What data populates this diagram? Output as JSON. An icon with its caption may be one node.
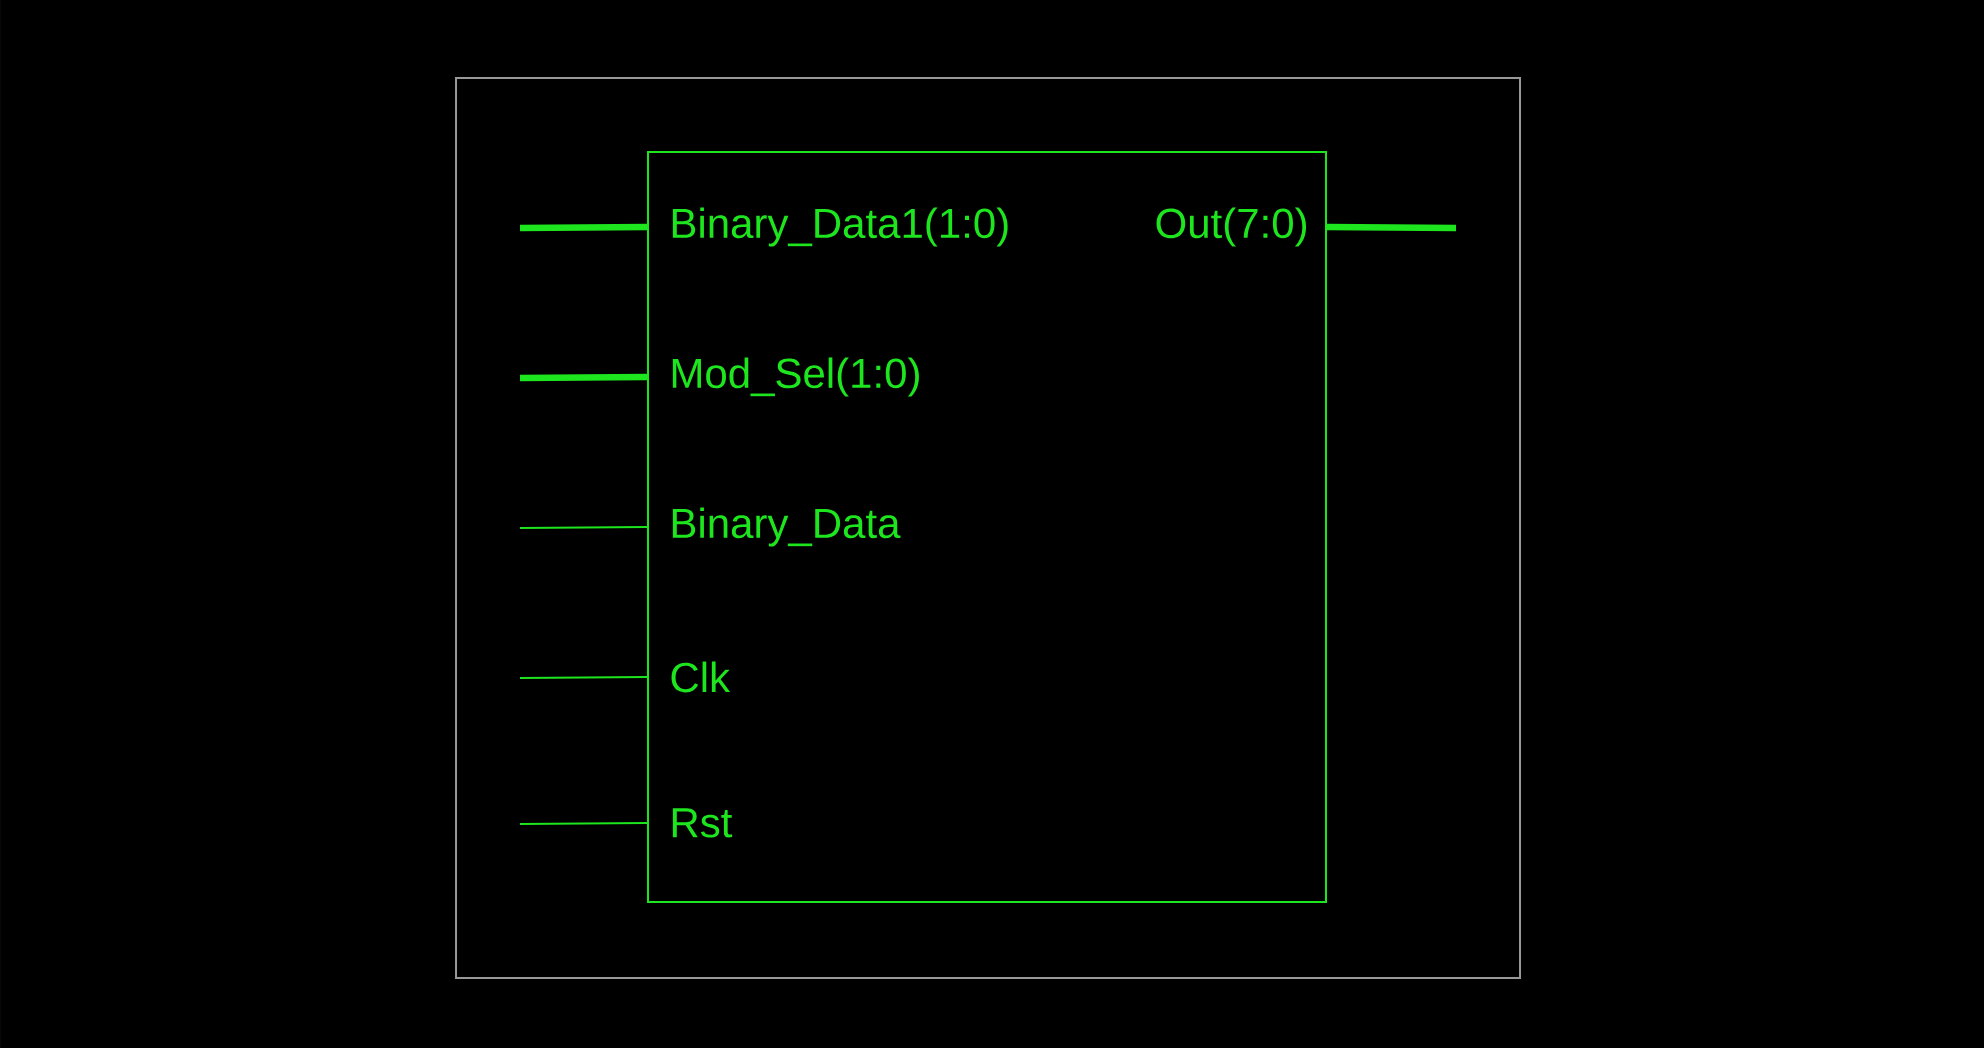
{
  "diagram": {
    "nodes": [
      {
        "text": [],
        "shape": "box"
      },
      {
        "text": [
          "Binary_Data1(1:0)"
        ],
        "in": 0
      },
      {
        "text": [
          "Out(7:0)"
        ],
        "in": 0
      },
      {
        "text": [
          "Mod_Sel(1:0)"
        ],
        "in": 0
      },
      {
        "text": [
          "Binary_Data"
        ],
        "in": 0
      },
      {
        "text": [
          "Clk"
        ],
        "in": 0
      },
      {
        "text": [
          "Rst"
        ],
        "in": 0
      }
    ],
    "edges": [
      {
        "from": null,
        "to": 1,
        "arrow": "none",
        "style": "thick"
      },
      {
        "from": 2,
        "to": null,
        "arrow": "none",
        "style": "thick"
      },
      {
        "from": null,
        "to": 3,
        "arrow": "none",
        "style": "thick"
      },
      {
        "from": null,
        "to": 4,
        "arrow": "none"
      },
      {
        "from": null,
        "to": 5,
        "arrow": "none"
      },
      {
        "from": null,
        "to": 6,
        "arrow": "none"
      }
    ]
  }
}
